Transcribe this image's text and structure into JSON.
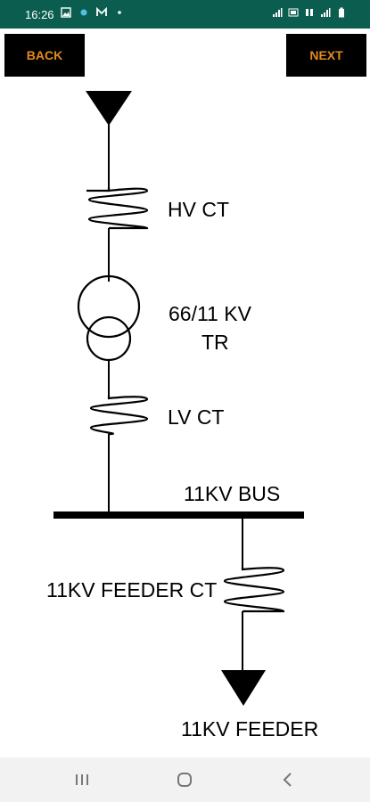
{
  "status_bar": {
    "time": "16:26",
    "left_icons": [
      "image-icon",
      "dot-icon",
      "gmail-icon",
      "dot-icon"
    ],
    "right_icons": [
      "signal-icon",
      "volte-icon",
      "4g-icon",
      "signal-icon",
      "battery-icon"
    ]
  },
  "buttons": {
    "back_label": "BACK",
    "next_label": "NEXT",
    "accent_color": "#e38b1e"
  },
  "diagram": {
    "hv_ct": "HV CT",
    "transformer_line1": "66/11 KV",
    "transformer_line2": "TR",
    "lv_ct": "LV CT",
    "bus": "11KV BUS",
    "feeder_ct": "11KV FEEDER CT",
    "feeder": "11KV FEEDER"
  },
  "nav_bar": {
    "keys": [
      "recent-apps-icon",
      "home-icon",
      "back-icon"
    ]
  }
}
